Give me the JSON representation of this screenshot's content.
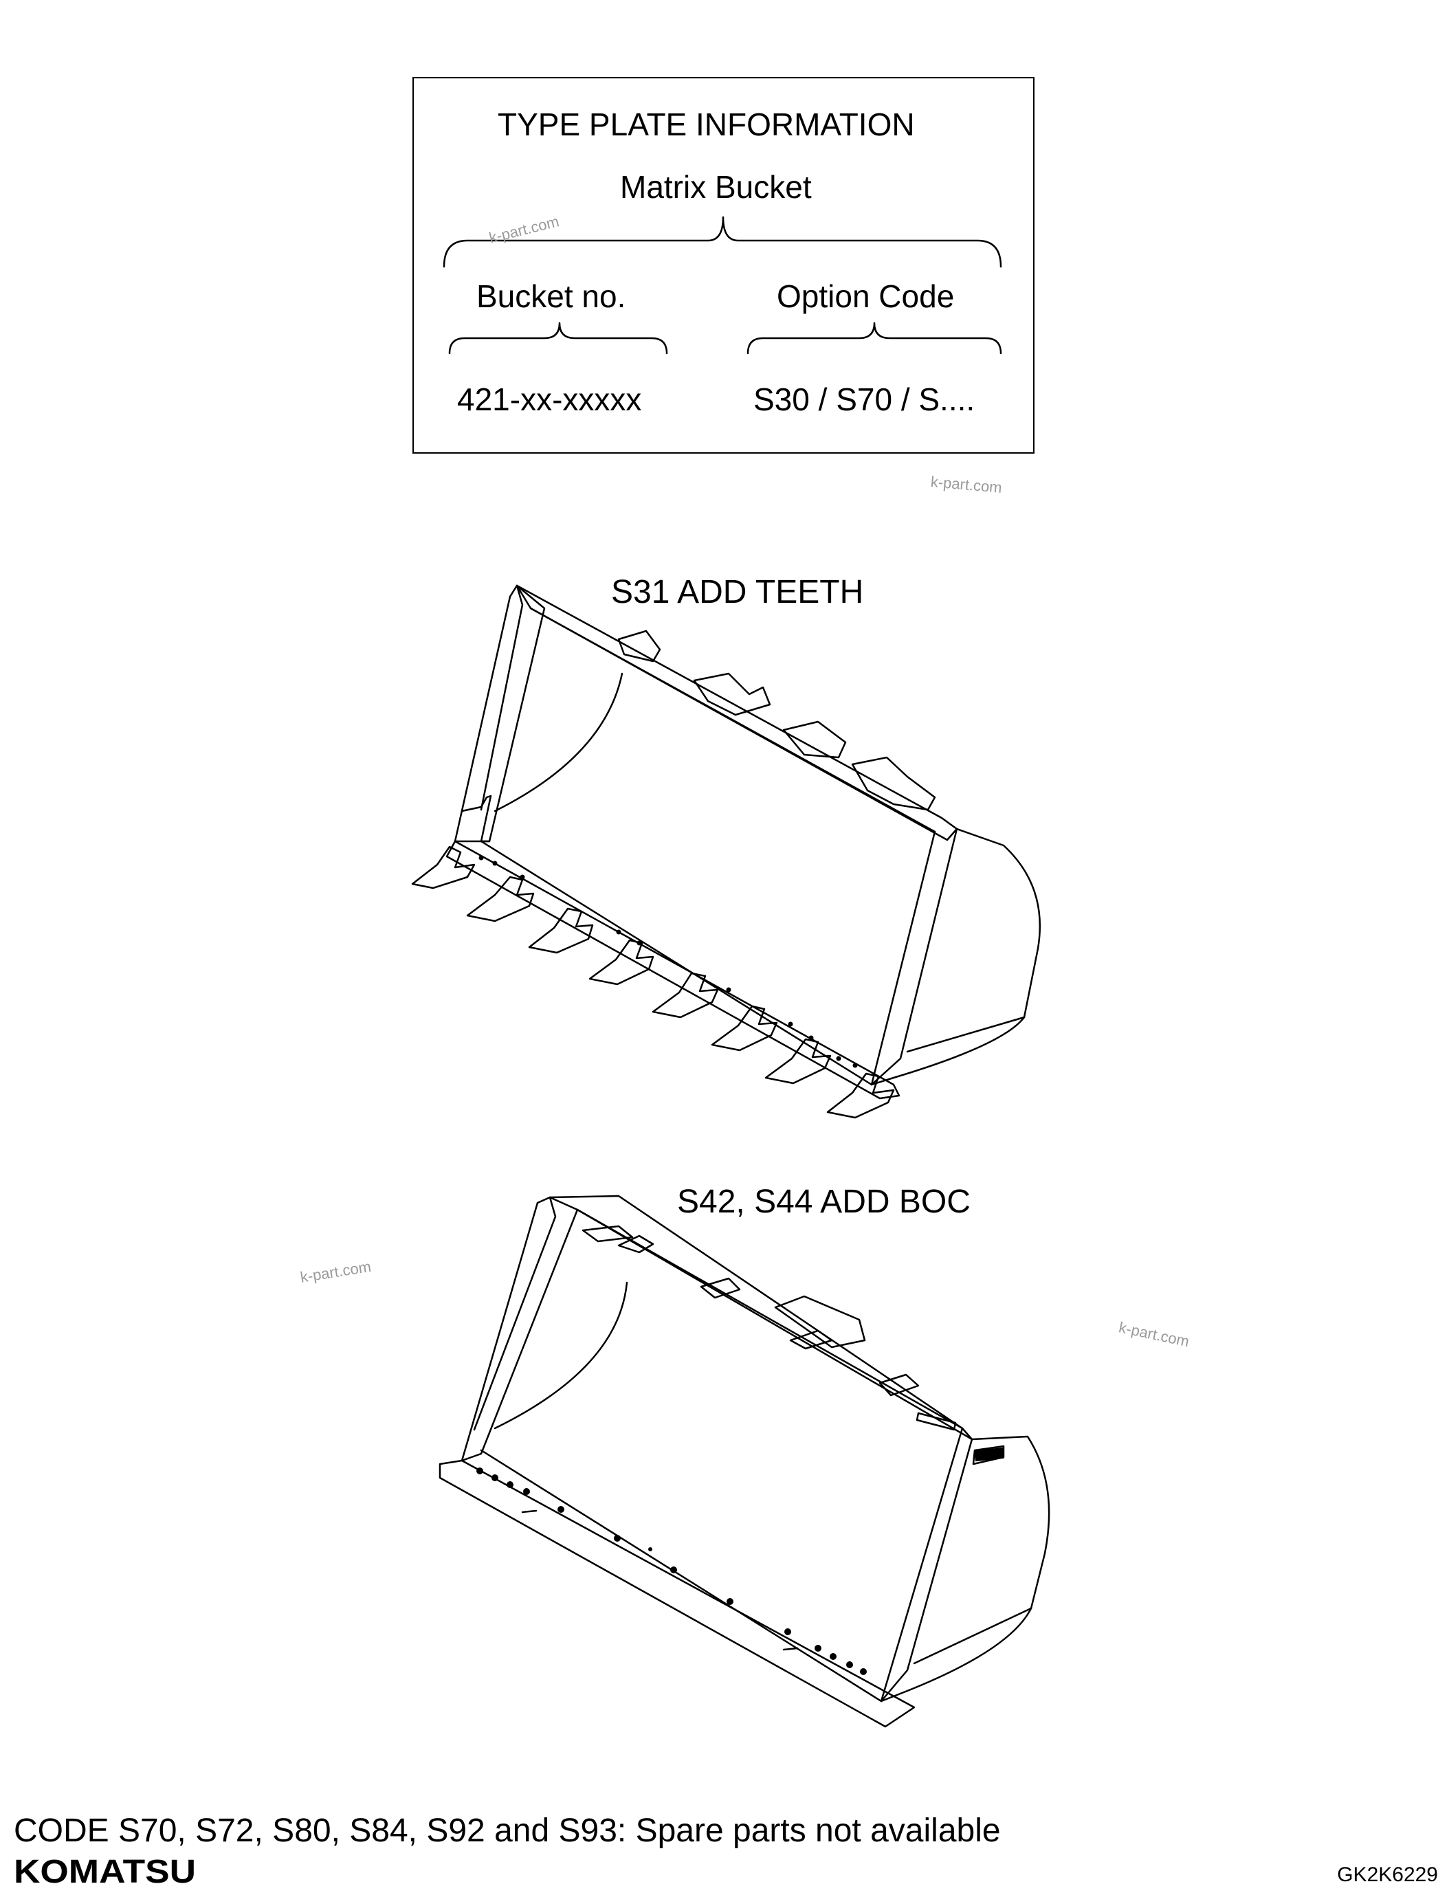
{
  "type_plate": {
    "title": "TYPE PLATE INFORMATION",
    "subtitle": "Matrix Bucket",
    "left_label": "Bucket no.",
    "right_label": "Option Code",
    "left_value": "421-xx-xxxxx",
    "right_value": "S30 / S70 / S...."
  },
  "buckets": [
    {
      "caption": "S31 ADD TEETH"
    },
    {
      "caption": "S42, S44 ADD BOC"
    }
  ],
  "footer": {
    "note": "CODE S70, S72, S80, S84, S92 and S93: Spare parts not available",
    "brand": "KOMATSU",
    "drawing_code": "GK2K6229"
  },
  "watermarks": [
    "k-part.com",
    "k-part.com",
    "k-part.com",
    "k-part.com"
  ],
  "colors": {
    "line": "#000000",
    "watermark": "#9a9a9a",
    "background": "#ffffff"
  }
}
